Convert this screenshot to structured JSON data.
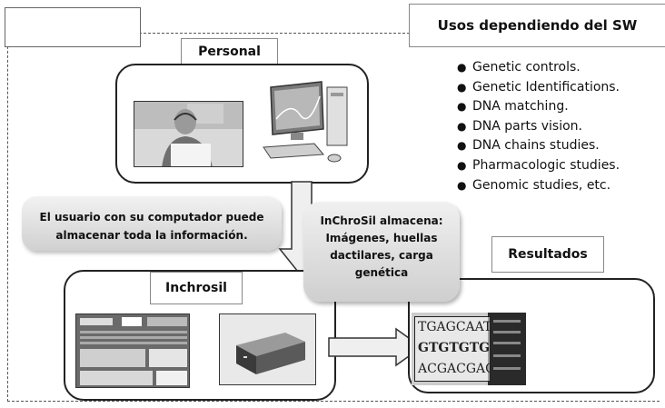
{
  "usos": {
    "title": "Usos dependiendo del SW",
    "items": [
      "Genetic controls.",
      "Genetic Identifications.",
      "DNA matching.",
      "DNA parts vision.",
      "DNA chains studies.",
      "Pharmacologic studies.",
      "Genomic studies, etc."
    ]
  },
  "personal": {
    "label": "Personal"
  },
  "user_note": {
    "line1": "El usuario con su computador puede",
    "line2": "almacenar toda la información."
  },
  "store_note": {
    "line1": "InChroSil almacena:",
    "line2": "Imágenes, huellas",
    "line3": "dactilares, carga",
    "line4": "genética"
  },
  "inchrosil": {
    "label": "Inchrosil"
  },
  "resultados": {
    "label": "Resultados"
  },
  "dna_image": {
    "line1": "TGAGCAAT",
    "line2": "GTGTGTGT",
    "line3": "ACGACGAG"
  },
  "colors": {
    "border": "#222222",
    "note_fill": "#dcdcdc",
    "arrow_fill": "#efefef"
  },
  "icons": [
    "person-photo",
    "computer-photo",
    "form-screenshot",
    "device-photo",
    "dna-sequence-photo"
  ]
}
